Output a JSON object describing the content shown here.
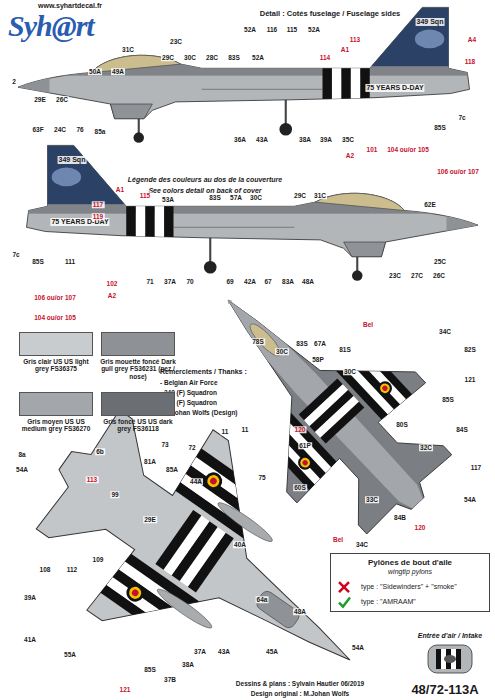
{
  "diagram": {
    "title": "Syh@rt",
    "nodes": [
      {
        "text": [
          "Pylônes de bout d'aile",
          "wingtip pylons",
          "type : \"Sidewinders\" + \"smoke\"",
          "type : \"AMRAAM\""
        ]
      }
    ],
    "labels": [
      "www.syhartdecal.fr",
      "Détail : Cotés fuselage / Fuselage sides",
      "52A",
      "116",
      "115",
      "52A",
      "A4",
      "349 Sqn",
      "113",
      "118",
      "23C",
      "31C",
      "29C",
      "30C",
      "28C",
      "83S",
      "52A",
      "114",
      "A1",
      "2",
      "29E",
      "26C",
      "50A",
      "49A",
      "63F",
      "24C",
      "76",
      "85a",
      "36A",
      "43A",
      "38A",
      "39A",
      "35C",
      "A2",
      "101",
      "104 ou/or 105",
      "85S",
      "7c",
      "75 YEARS D-DAY",
      "Légende des couleurs au dos de la couverture",
      "See colors detail on back of cover",
      "349 Sqn",
      "75 YEARS D-DAY",
      "106 ou/or 107",
      "A1",
      "117",
      "119",
      "115",
      "53A",
      "83S",
      "57A",
      "30C",
      "29C",
      "31C",
      "62E",
      "25C",
      "7c",
      "85S",
      "111",
      "102",
      "A2",
      "71",
      "37A",
      "70",
      "69",
      "42A",
      "67",
      "83A",
      "48A",
      "23C",
      "27C",
      "26C",
      "106 ou/or 107",
      "104 ou/or 105",
      "Bel",
      "34C",
      "82S",
      "121",
      "85S",
      "80S",
      "32C",
      "84S",
      "117",
      "78S",
      "30C",
      "83S",
      "67A",
      "58P",
      "81S",
      "30C",
      "11",
      "120",
      "61P",
      "75",
      "60S",
      "33C",
      "84B",
      "120",
      "54A",
      "Bel",
      "34C",
      "Remerciements / Thanks :",
      "- Belgian Air Force",
      "- 349 (F) Squadron",
      "- 350 (F) Squadron",
      "- M.Johan Wolfs (Design)",
      "8a",
      "54A",
      "6b",
      "113",
      "99",
      "73",
      "72",
      "81A",
      "85A",
      "44A",
      "11",
      "29E",
      "108",
      "112",
      "109",
      "39A",
      "41A",
      "55A",
      "37A",
      "43A",
      "38A",
      "85S",
      "37B",
      "121",
      "45A",
      "64a",
      "40A",
      "48A",
      "54A",
      "Dessins & plans : Sylvain Hautier 06/2019",
      "Design original : M.Johan Wolfs",
      "48/72-113A",
      "Entrée d'air / Intake"
    ],
    "legend": [
      {
        "text": "Gris clair US US light grey FS36375",
        "color": "#c9ccce"
      },
      {
        "text": "Gris mouette foncé Dark gull grey FS36231 (nez / nose)",
        "color": "#8e9296"
      },
      {
        "text": "Gris moyen US US medium grey FS36270",
        "color": "#a3a6aa"
      },
      {
        "text": "Gris foncé US US dark grey FS36118",
        "color": "#6b6e72"
      }
    ]
  }
}
